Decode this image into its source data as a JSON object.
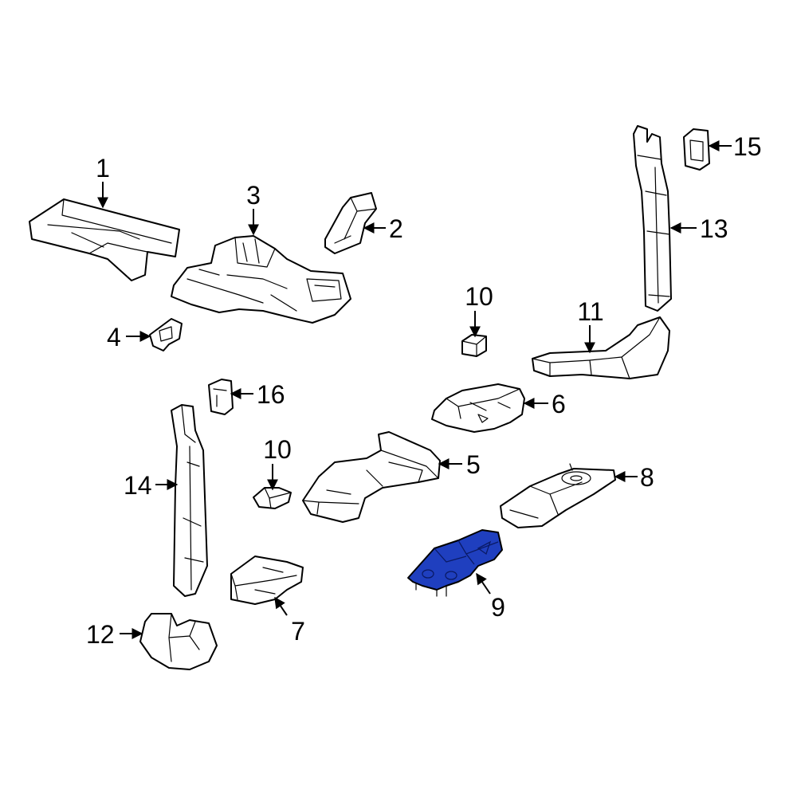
{
  "callouts": {
    "c1": "1",
    "c2": "2",
    "c3": "3",
    "c4": "4",
    "c5": "5",
    "c6": "6",
    "c7": "7",
    "c8": "8",
    "c9": "9",
    "c10a": "10",
    "c10b": "10",
    "c11": "11",
    "c12": "12",
    "c13": "13",
    "c14": "14",
    "c15": "15",
    "c16": "16"
  },
  "highlight": {
    "part": "9",
    "color": "#1f3fbf"
  }
}
